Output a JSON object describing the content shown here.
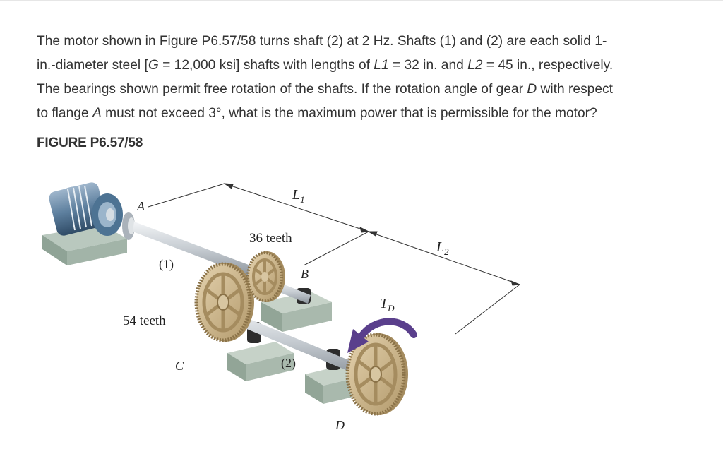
{
  "problem": {
    "p1": "The motor shown in Figure P6.57/58 turns shaft (2) at 2 Hz. Shafts (1) and (2) are each solid 1-",
    "p2a": "in.-diameter steel [",
    "p2b": "G",
    "p2c": " = 12,000 ksi] shafts with lengths of ",
    "p2d": "L1",
    "p2e": " = 32 in. and ",
    "p2f": "L2",
    "p2g": " = 45 in., respectively.",
    "p3a": "The bearings shown permit free rotation of the shafts. If the rotation angle of gear ",
    "p3b": "D",
    "p3c": " with respect",
    "p4a": "to flange ",
    "p4b": "A",
    "p4c": " must not exceed 3°, what is the maximum power that is permissible for the motor?"
  },
  "figure": {
    "label": "FIGURE P6.57/58",
    "labels": {
      "A": "A",
      "B": "B",
      "C": "C",
      "D": "D",
      "shaft1": "(1)",
      "shaft2": "(2)",
      "teeth36": "36 teeth",
      "teeth54": "54 teeth",
      "L1": "L",
      "L1_sub": "1",
      "L2": "L",
      "L2_sub": "2",
      "TD": "T",
      "TD_sub": "D"
    }
  }
}
